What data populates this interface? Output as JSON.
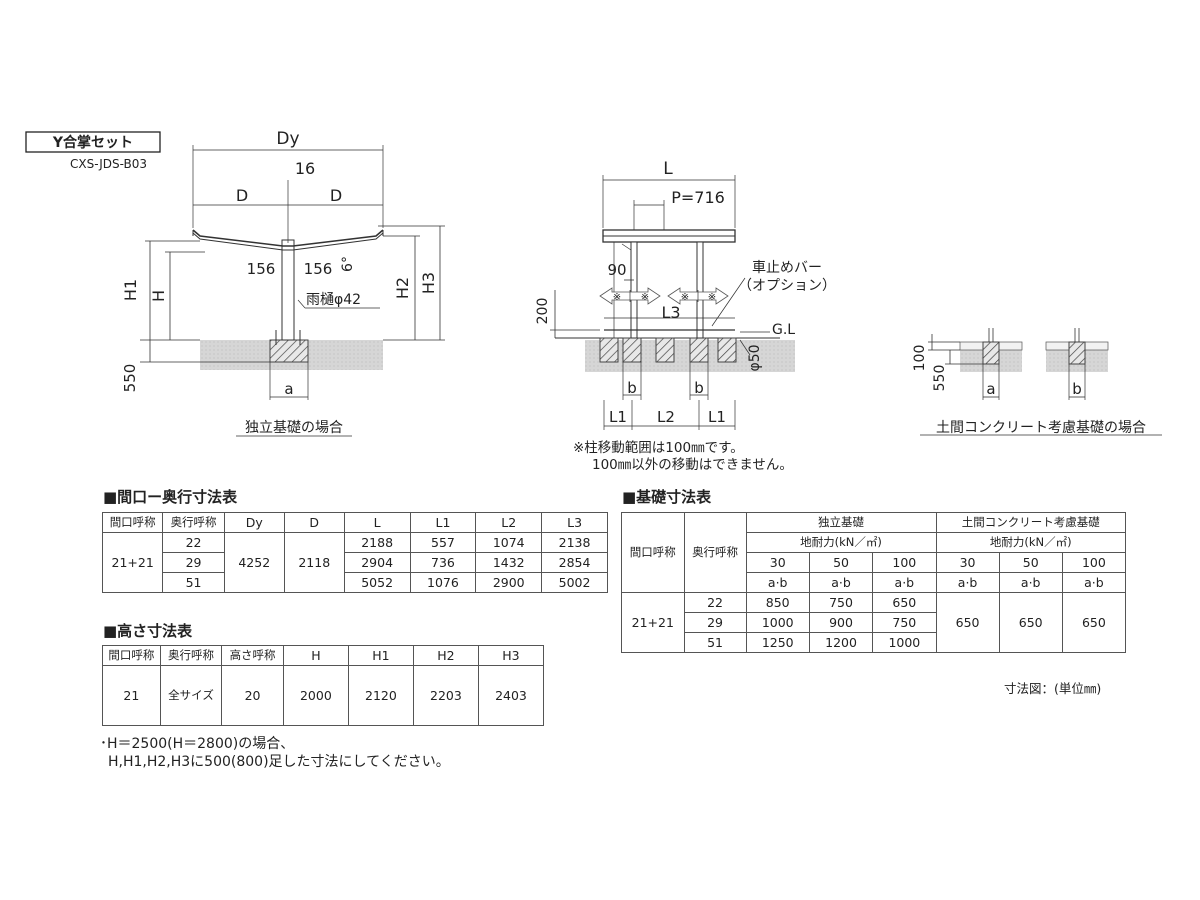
{
  "badge": {
    "label": "Y合掌セット",
    "code": "CXS-JDS-B03"
  },
  "front": {
    "dy": "Dy",
    "d_left": "D",
    "d_right": "D",
    "gap": "16",
    "w_left": "156",
    "w_right": "156",
    "angle": "6°",
    "gutter": "雨樋φ42",
    "h1": "H1",
    "h": "H",
    "h2": "H2",
    "h3": "H3",
    "depth": "550",
    "a": "a",
    "caption": "独立基礎の場合"
  },
  "side": {
    "l": "L",
    "pitch": "P=716",
    "post_offset": "90",
    "l3": "L3",
    "curb_label_1": "車止めバー",
    "curb_label_2": "（オプション）",
    "gl": "G.L",
    "ground": "200",
    "phi": "φ50",
    "b1": "b",
    "b2": "b",
    "l1_left": "L1",
    "l2": "L2",
    "l1_right": "L1",
    "note_1": "※柱移動範囲は100㎜です。",
    "note_2": "100㎜以外の移動はできません。",
    "mark": "※"
  },
  "slab": {
    "t100": "100",
    "t550": "550",
    "a": "a",
    "b": "b",
    "caption": "土間コンクリート考慮基礎の場合"
  },
  "table1": {
    "title": "■間口ー奥行寸法表",
    "headers": [
      "間口呼称",
      "奥行呼称",
      "Dy",
      "D",
      "L",
      "L1",
      "L2",
      "L3"
    ],
    "frontage": "21+21",
    "dy": "4252",
    "d": "2118",
    "rows": [
      [
        "22",
        "2188",
        "557",
        "1074",
        "2138"
      ],
      [
        "29",
        "2904",
        "736",
        "1432",
        "2854"
      ],
      [
        "51",
        "5052",
        "1076",
        "2900",
        "5002"
      ]
    ]
  },
  "table2": {
    "title": "■高さ寸法表",
    "headers": [
      "間口呼称",
      "奥行呼称",
      "高さ呼称",
      "H",
      "H1",
      "H2",
      "H3"
    ],
    "row": [
      "21",
      "全サイズ",
      "20",
      "2000",
      "2120",
      "2203",
      "2403"
    ]
  },
  "table3": {
    "title": "■基礎寸法表",
    "h_frontage": "間口呼称",
    "h_depth": "奥行呼称",
    "g1": "独立基礎",
    "g2": "土間コンクリート考慮基礎",
    "bearing": "地耐力(kN／㎡)",
    "loads": [
      "30",
      "50",
      "100",
      "30",
      "50",
      "100"
    ],
    "ab": "a·b",
    "frontage": "21+21",
    "rows": [
      [
        "22",
        "850",
        "750",
        "650"
      ],
      [
        "29",
        "1000",
        "900",
        "750"
      ],
      [
        "51",
        "1250",
        "1200",
        "1000"
      ]
    ],
    "slab_values": [
      "650",
      "650",
      "650"
    ]
  },
  "notes": {
    "line1": "･H＝2500(H＝2800)の場合、",
    "line2": "H,H1,H2,H3に500(800)足した寸法にしてください。"
  },
  "units": "寸法図：(単位㎜)"
}
